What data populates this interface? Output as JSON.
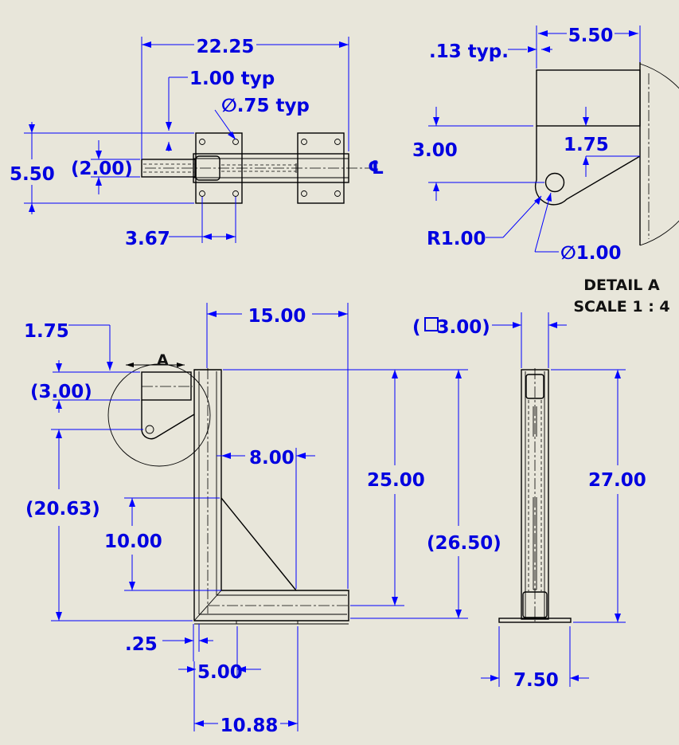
{
  "drawing": {
    "dims": {
      "top_overall_width": "22.25",
      "top_hole_spacing": "1.00 typ",
      "top_hole_dia": "∅.75 typ",
      "top_height": "5.50",
      "top_tube": "(2.00)",
      "top_offset": "3.67",
      "centerline": "℄",
      "det_thickness": ".13 typ.",
      "det_width": "5.50",
      "det_height": "3.00",
      "det_hole_offset": "1.75",
      "det_radius": "R1.00",
      "det_hole_dia": "∅1.00",
      "front_width": "15.00",
      "front_tab": "1.75",
      "front_tab_height": "(3.00)",
      "front_height_ref": "(20.63)",
      "front_gusset": "8.00",
      "front_gusset_height": "10.00",
      "front_height": "25.00",
      "front_overall": "(26.50)",
      "front_base_thk": ".25",
      "front_base_offset": "5.00",
      "front_base_length": "10.88",
      "side_tube": "(□3.00)",
      "side_height": "27.00",
      "side_base": "7.50"
    },
    "labels": {
      "detail_marker": "A",
      "detail_title": "DETAIL A",
      "detail_scale": "SCALE 1 : 4"
    }
  }
}
